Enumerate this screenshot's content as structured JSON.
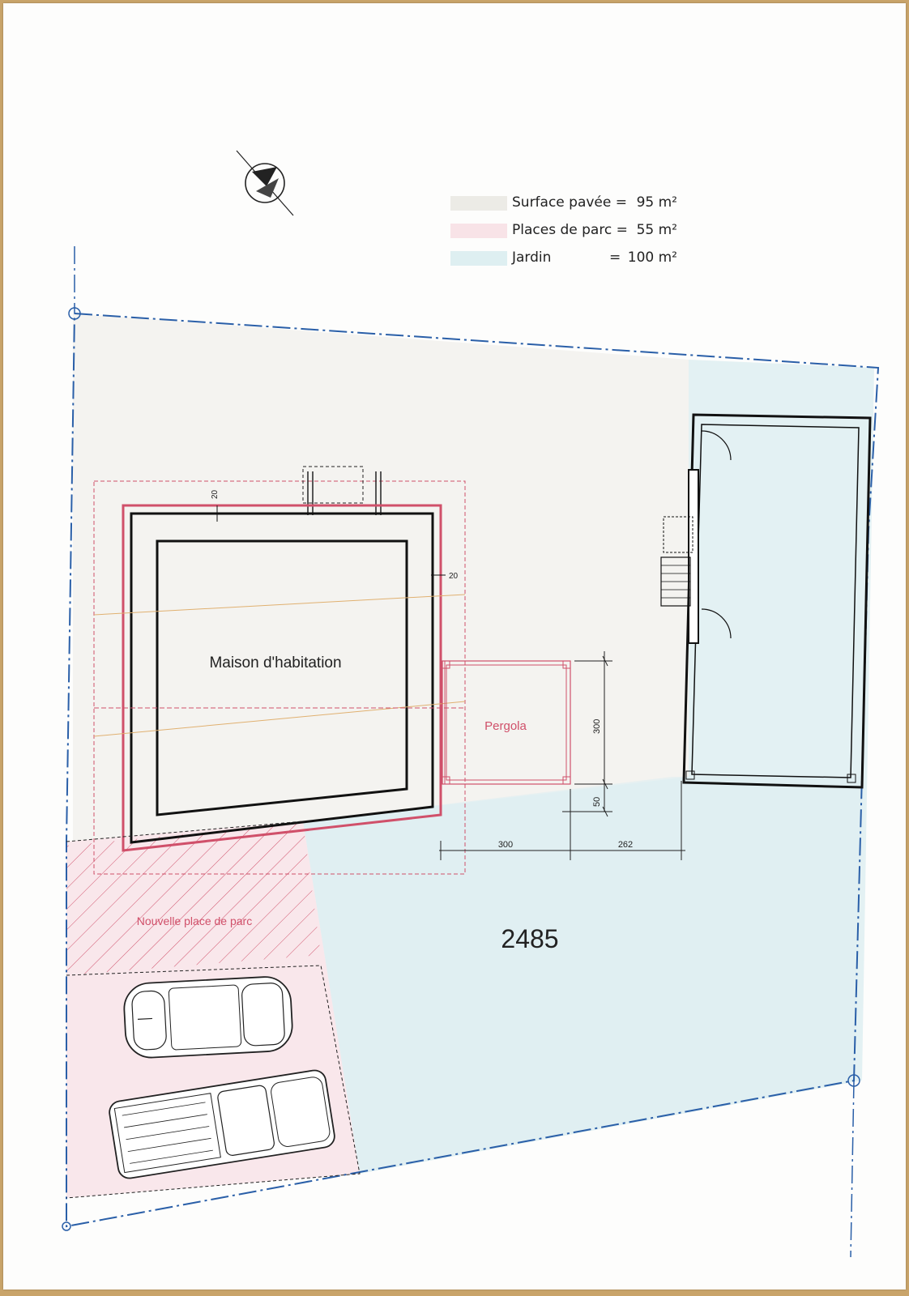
{
  "legend": [
    {
      "label": "Surface pavée =",
      "eq": "",
      "value": "95 m²",
      "color": "#ecebe6"
    },
    {
      "label": "Places de parc =",
      "eq": "",
      "value": "55 m²",
      "color": "#f8e3e7"
    },
    {
      "label": "Jardin",
      "eq": "=",
      "value": "100 m²",
      "color": "#deeff1"
    }
  ],
  "plan": {
    "house_label": "Maison d'habitation",
    "pergola_label": "Pergola",
    "parking_label": "Nouvelle place de parc",
    "parcel_number": "2485"
  },
  "dimensions": {
    "wall_top": "20",
    "wall_right": "20",
    "pergola_height": "300",
    "pergola_offset": "50",
    "pergola_width": "300",
    "gap_to_garage": "262"
  },
  "colors": {
    "paved": "#ecebe6",
    "parking": "#f8e3e7",
    "garden": "#deeff1",
    "boundary": "#2a5fa8",
    "red_line": "#d0506a"
  }
}
